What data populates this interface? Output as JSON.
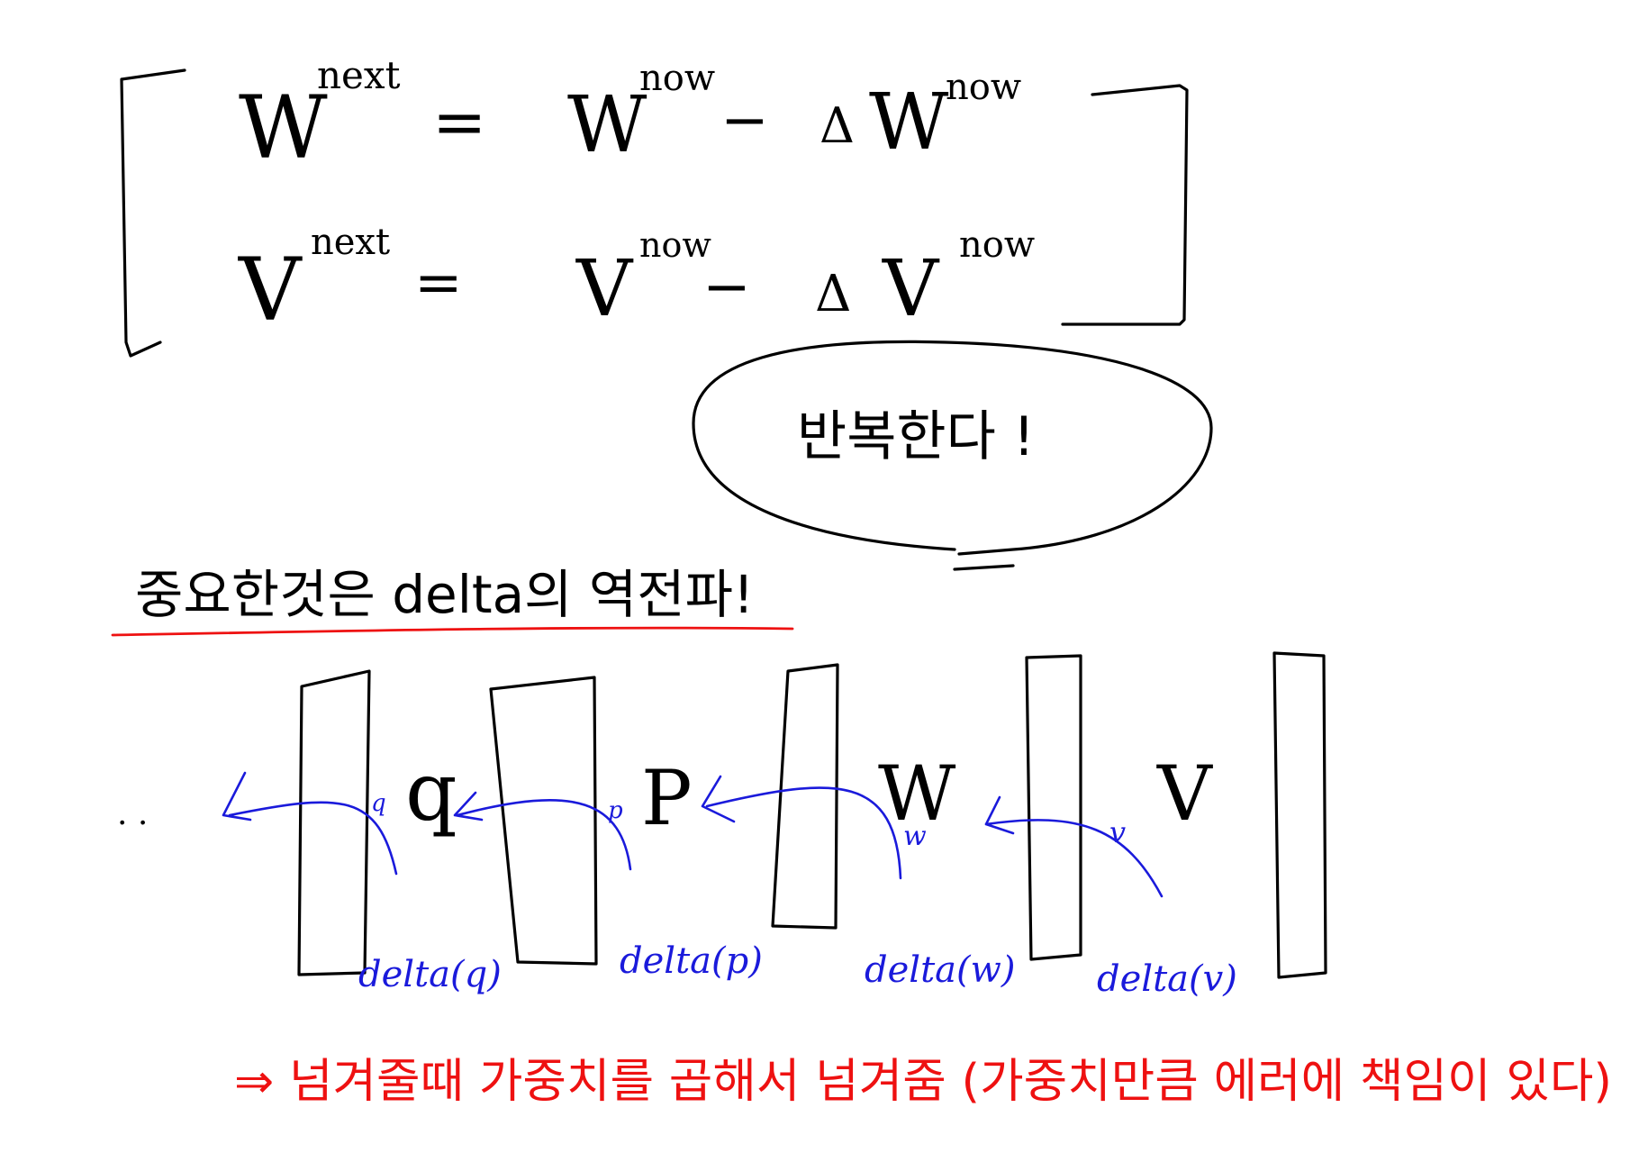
{
  "equations": {
    "eq1": {
      "lhs": "W",
      "lhs_sup": "next",
      "eq": "=",
      "rhs": "W",
      "rhs_sup": "now",
      "minus": "−",
      "delta": "Δ",
      "delta_var": "W",
      "delta_sup": "now"
    },
    "eq2": {
      "lhs": "V",
      "lhs_sup": "next",
      "eq": "=",
      "rhs": "V",
      "rhs_sup": "now",
      "minus": "−",
      "delta": "Δ",
      "delta_var": "V",
      "delta_sup": "now"
    }
  },
  "bubble": {
    "text": "반복한다 !"
  },
  "heading": {
    "text": "중요한것은 delta의 역전파!"
  },
  "layers": {
    "ellipsis": ". .",
    "q": "q",
    "p": "P",
    "w": "W",
    "v": "V",
    "arrow_q": "q",
    "arrow_p": "p",
    "arrow_w": "w",
    "arrow_v": "v",
    "delta_q": "delta(q)",
    "delta_p": "delta(p)",
    "delta_w": "delta(w)",
    "delta_v": "delta(v)"
  },
  "note": {
    "text": "⇒ 넘겨줄때 가중치를 곱해서 넘겨줌 (가중치만큼 에러에 책임이 있다)"
  },
  "colors": {
    "ink": "#000000",
    "blue": "#1a1adb",
    "red": "#ee1111"
  }
}
